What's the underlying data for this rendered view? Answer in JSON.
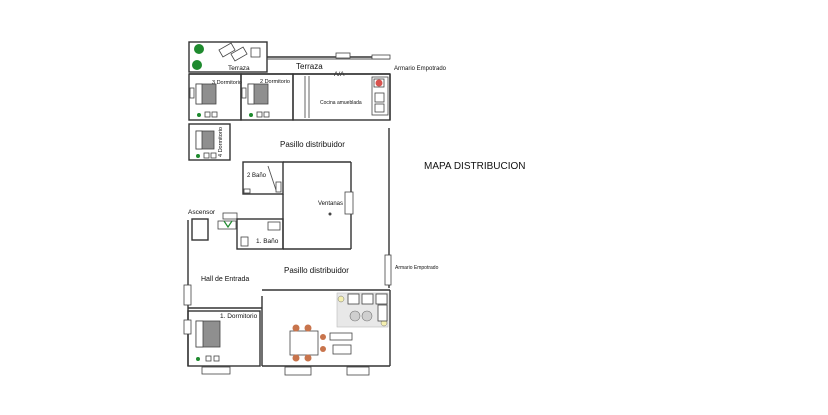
{
  "title": "MAPA DISTRIBUCION",
  "rooms": {
    "terraza_small": "Terraza",
    "terraza_big": "Terraza",
    "aa": "A/A",
    "armario_top": "Armario Empotrado",
    "dorm3": "3 Dormitorio",
    "dorm2": "2 Dormitorio",
    "cocina": "Cocina amueblada",
    "dorm4": "4 Dormitorio",
    "pasillo_top": "Pasillo distribuidor",
    "bano2": "2 Baño",
    "ventanas": "Ventanas",
    "ascensor": "Ascensor",
    "bano1": "1. Baño",
    "hall": "Hall de Entrada",
    "pasillo_bottom": "Pasillo distribuidor",
    "armario_right": "Armario Empotrado",
    "dorm1": "1. Dormitorio"
  },
  "colors": {
    "wall": "#333333",
    "plant": "#1e8a2e",
    "bed": "#8f8f8f",
    "chair": "#c8744c",
    "window": "#dddddd"
  }
}
